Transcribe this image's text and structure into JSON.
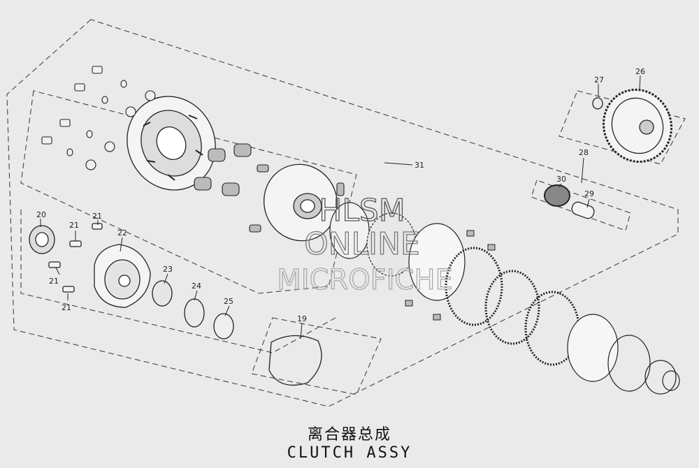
{
  "title_cn": "离合器总成",
  "title_en": "CLUTCH ASSY",
  "watermark": [
    "HLSM",
    "ONLINE",
    "MICROFICHE"
  ],
  "callouts": [
    "19",
    "20",
    "21",
    "21",
    "21",
    "21",
    "22",
    "23",
    "24",
    "25",
    "26",
    "27",
    "28",
    "29",
    "30",
    "31"
  ],
  "colors": {
    "background": "#eaeaea",
    "line": "#222222",
    "dashed": "#444444",
    "watermark": "#aaaaaa"
  }
}
